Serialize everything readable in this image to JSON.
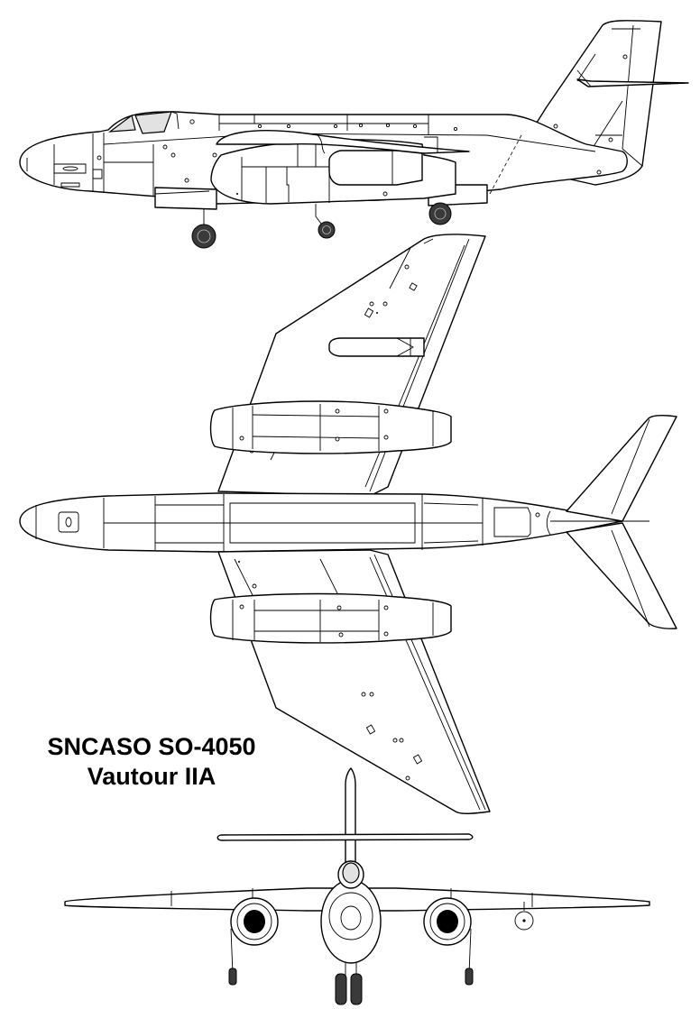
{
  "drawing": {
    "type": "three-view aircraft line drawing",
    "views": [
      {
        "id": "side",
        "label": "Side view (profile)"
      },
      {
        "id": "top",
        "label": "Top view (planform)"
      },
      {
        "id": "front",
        "label": "Front view"
      }
    ]
  },
  "title": {
    "line1": "SNCASO SO-4050",
    "line2": "Vautour IIA"
  },
  "colors": {
    "background": "#ffffff",
    "line": "#000000",
    "canopy_glass": "#e2e2e2",
    "tire": "#3a3a3a"
  }
}
